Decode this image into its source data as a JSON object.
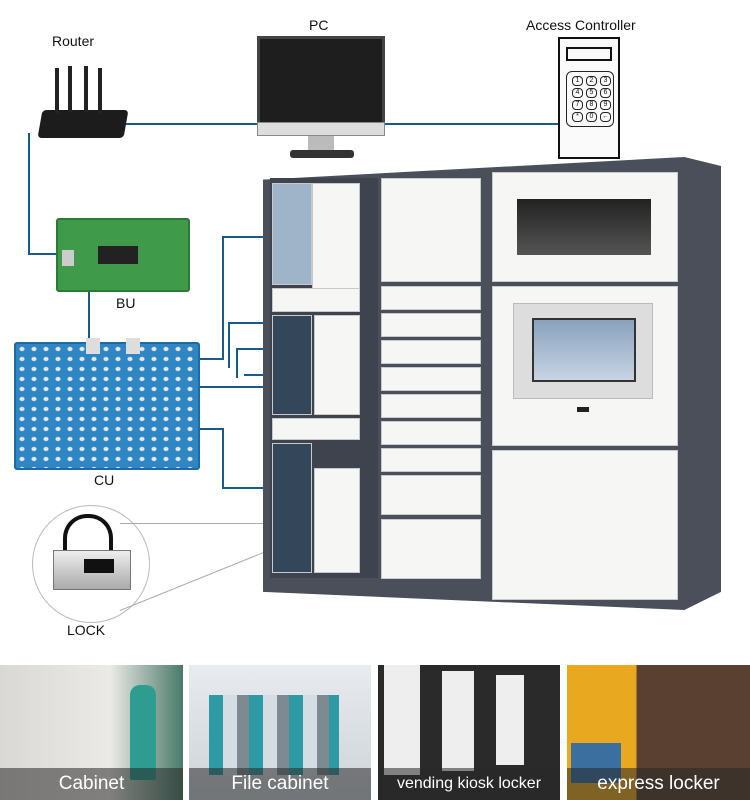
{
  "labels": {
    "router": "Router",
    "pc": "PC",
    "access_controller": "Access Controller",
    "bu": "BU",
    "cu": "CU",
    "lock": "LOCK"
  },
  "keypad": [
    "1",
    "2",
    "3",
    "4",
    "5",
    "6",
    "7",
    "8",
    "9",
    "*",
    "0",
    "←"
  ],
  "photos": [
    {
      "caption": "Cabinet"
    },
    {
      "caption": "File cabinet"
    },
    {
      "caption": "vending kiosk locker"
    },
    {
      "caption": "express locker"
    }
  ],
  "colors": {
    "wire": "#1a5a8a",
    "cabinet_frame": "#4a4f5a",
    "bu_board": "#3f9a4a",
    "cu_board": "#2f86c4"
  }
}
